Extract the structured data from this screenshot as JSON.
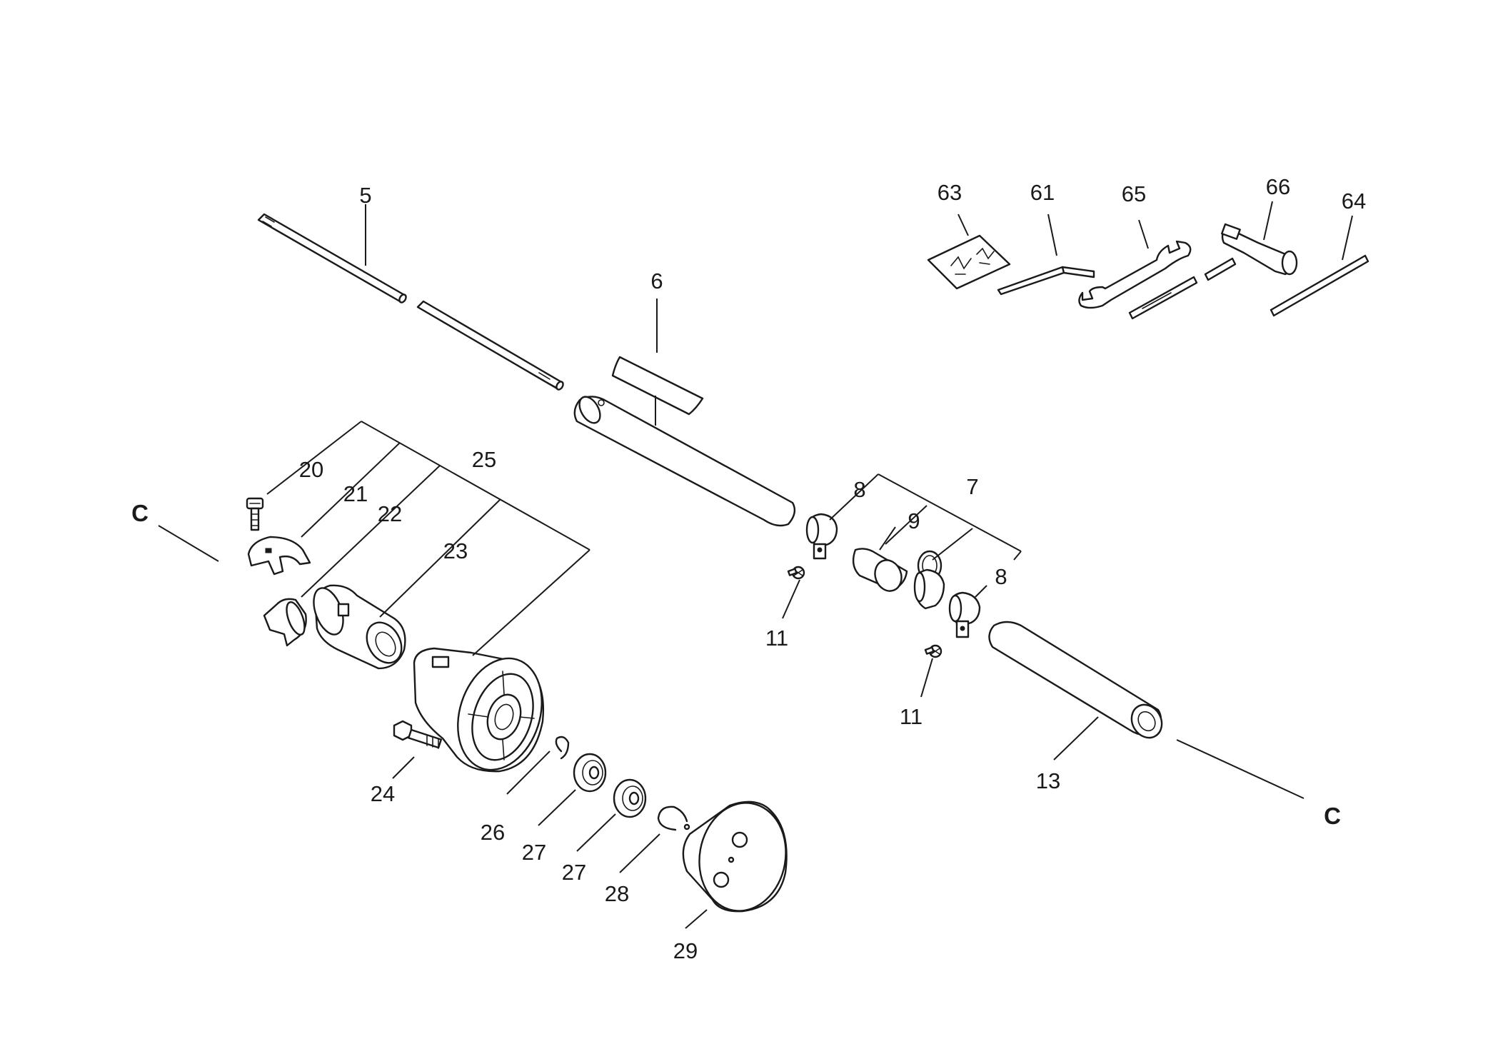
{
  "diagram": {
    "callouts": {
      "p5": "5",
      "p6": "6",
      "p7": "7",
      "p8a": "8",
      "p8b": "8",
      "p9": "9",
      "p11a": "11",
      "p11b": "11",
      "p13": "13",
      "p20": "20",
      "p21": "21",
      "p22": "22",
      "p23": "23",
      "p24": "24",
      "p25": "25",
      "p26": "26",
      "p27a": "27",
      "p27b": "27",
      "p28": "28",
      "p29": "29",
      "p61": "61",
      "p63": "63",
      "p64": "64",
      "p65": "65",
      "p66": "66",
      "ca": "C",
      "cb": "C"
    }
  }
}
